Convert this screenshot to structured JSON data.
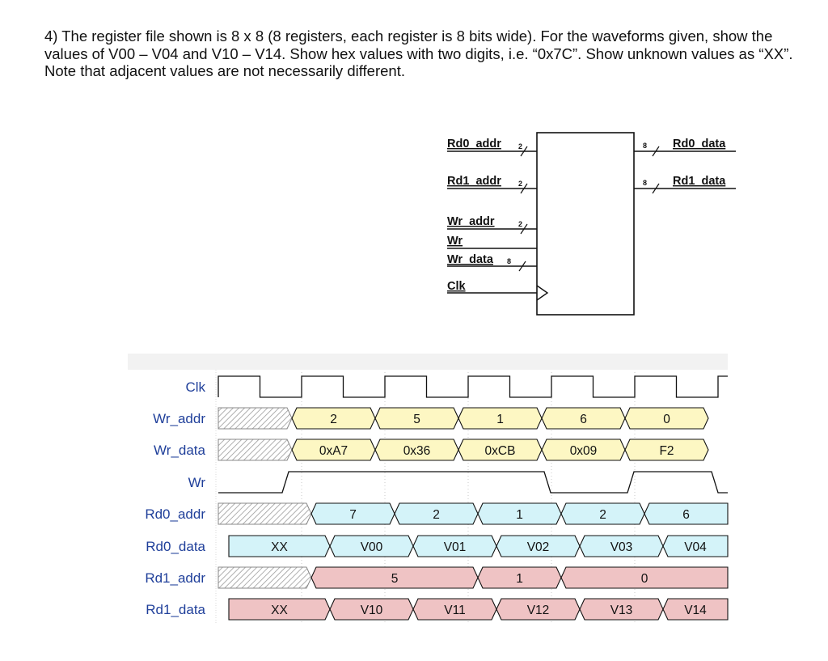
{
  "question": "4) The register file shown is 8 x 8 (8 registers, each register is 8 bits wide).  For the waveforms given, show the values of V00 – V04 and V10 – V14.  Show hex values with two digits, i.e. “0x7C”.  Show unknown values as “XX”.  Note that adjacent values are not necessarily different.",
  "register_file": {
    "inputs": [
      {
        "label": "Rd0_addr",
        "width": "2"
      },
      {
        "label": "Rd1_addr",
        "width": "2"
      },
      {
        "label": "Wr_addr",
        "width": "2"
      },
      {
        "label": "Wr",
        "width": ""
      },
      {
        "label": "Wr_data",
        "width": "8"
      },
      {
        "label": "Clk",
        "width": ""
      }
    ],
    "outputs": [
      {
        "label": "Rd0_data",
        "width": "8"
      },
      {
        "label": "Rd1_data",
        "width": "8"
      }
    ]
  },
  "timing": {
    "clock_cycles": 6,
    "colors": {
      "yellow": "#fdf7c3",
      "blue": "#d4f3f9",
      "pink": "#efc3c4",
      "hatch": "#9a9a9a",
      "label": "#1f3f9a"
    },
    "signals": [
      {
        "name": "Clk",
        "kind": "clock"
      },
      {
        "name": "Wr_addr",
        "kind": "bus",
        "color": "yellow",
        "initial": "unknown",
        "values": [
          "2",
          "5",
          "1",
          "6",
          "0"
        ]
      },
      {
        "name": "Wr_data",
        "kind": "bus",
        "color": "yellow",
        "initial": "unknown",
        "values": [
          "0xA7",
          "0x36",
          "0xCB",
          "0x09",
          "F2"
        ]
      },
      {
        "name": "Wr",
        "kind": "bit",
        "levels": [
          0,
          1,
          1,
          1,
          0,
          1,
          1,
          0
        ]
      },
      {
        "name": "Rd0_addr",
        "kind": "bus",
        "color": "blue",
        "initial": "unknown",
        "values": [
          "7",
          "2",
          "1",
          "2",
          "6"
        ]
      },
      {
        "name": "Rd0_data",
        "kind": "bus",
        "color": "blue",
        "initial": "XX",
        "values": [
          "V00",
          "V01",
          "V02",
          "V03",
          "V04"
        ]
      },
      {
        "name": "Rd1_addr",
        "kind": "bus",
        "color": "pink",
        "initial": "unknown",
        "values": [
          "5",
          "1",
          "0"
        ]
      },
      {
        "name": "Rd1_data",
        "kind": "bus",
        "color": "pink",
        "initial": "XX",
        "values": [
          "V10",
          "V11",
          "V12",
          "V13",
          "V14"
        ]
      }
    ]
  }
}
